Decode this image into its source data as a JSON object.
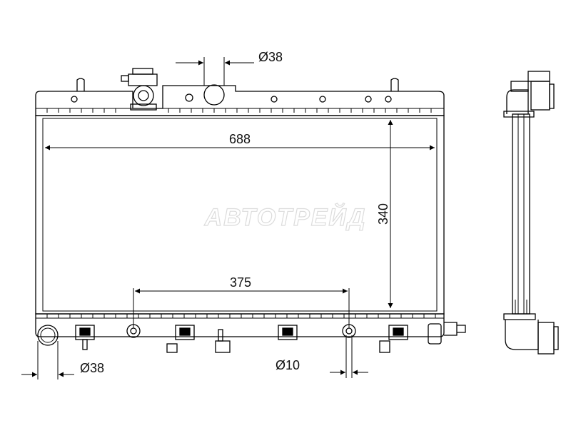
{
  "watermark": "АВТОТРЕЙД",
  "dimensions": {
    "width": "688",
    "height": "340",
    "mount_spacing": "375",
    "top_port_dia": "Ø38",
    "bottom_port_dia": "Ø38",
    "hole_dia": "Ø10"
  }
}
